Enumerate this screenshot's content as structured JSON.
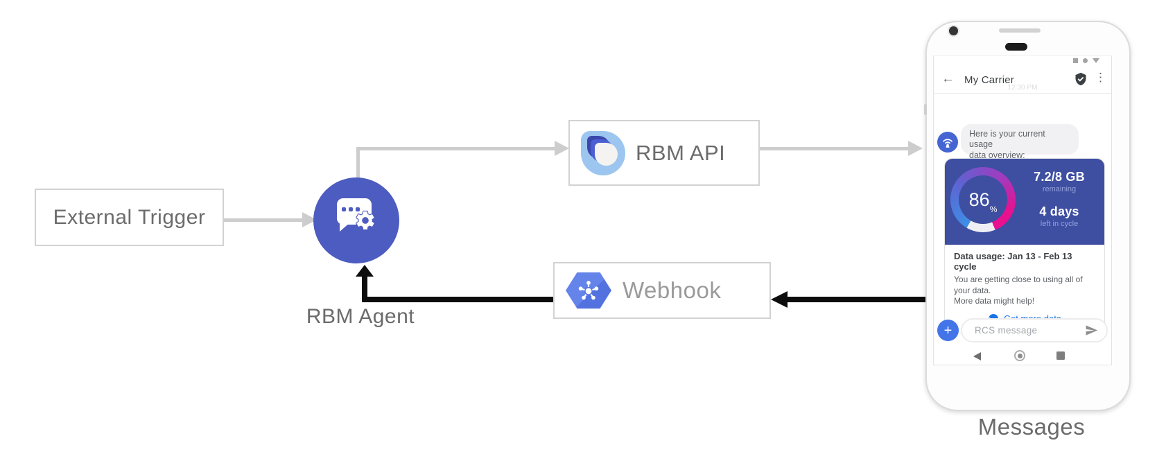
{
  "diagram": {
    "external_trigger": "External Trigger",
    "rbm_agent": "RBM Agent",
    "rbm_api": "RBM API",
    "webhook": "Webhook",
    "messages_caption": "Messages"
  },
  "phone": {
    "header": {
      "back_icon": "←",
      "title": "My Carrier",
      "time": "12:30 PM",
      "menu_icon": "⋮"
    },
    "message": {
      "line1": "Here is your current usage",
      "line2": "data overview:"
    },
    "usage_card": {
      "percent_value": "86",
      "percent_sign": "%",
      "remaining_value": "7.2/8 GB",
      "remaining_label": "remaining",
      "days_value": "4 days",
      "days_label": "left in cycle",
      "title": "Data usage: Jan 13 - Feb 13 cycle",
      "body_line1": "You are getting close to using all of your data.",
      "body_line2": "More data might help!",
      "action_label": "Get more data"
    },
    "composer": {
      "plus_icon": "+",
      "placeholder": "RCS message"
    }
  },
  "colors": {
    "agent_circle": "#4D5CC0",
    "card_indigo": "#3E4EA1",
    "gauge_blue": "#3D8FE6",
    "gauge_purple": "#A13BBF",
    "gauge_pink": "#E5128F",
    "link_blue": "#1A73E8",
    "avatar_blue": "#4565D2",
    "plus_blue": "#4374E8",
    "hexagon_blue": "#5F7CE6",
    "arrow_gray": "#CDCDCD",
    "arrow_black": "#0D0D0D"
  }
}
